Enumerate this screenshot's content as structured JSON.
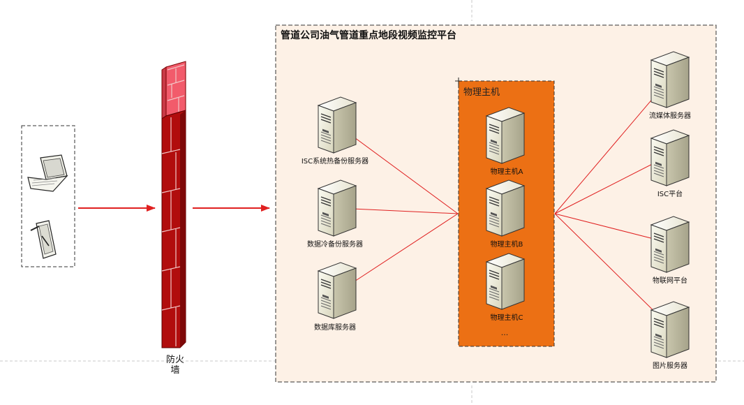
{
  "platform": {
    "title": "管道公司油气管道重点地段视频监控平台"
  },
  "firewall": {
    "label_line1": "防火",
    "label_line2": "墙"
  },
  "physical_hosts": {
    "group_title": "物理主机",
    "hosts": [
      "物理主机A",
      "物理主机B",
      "物理主机C"
    ],
    "more": "..."
  },
  "left_servers": [
    "ISC系统热备份服务器",
    "数据冷备份服务器",
    "数据库服务器"
  ],
  "right_servers": [
    "流媒体服务器",
    "ISC平台",
    "物联网平台",
    "图片服务器"
  ],
  "colors": {
    "platform_fill": "#fdf1e6",
    "host_group_fill": "#ec7014",
    "arrow": "#e02020",
    "firewall_brick": "#b10d0d",
    "firewall_top": "#f25b6b"
  }
}
